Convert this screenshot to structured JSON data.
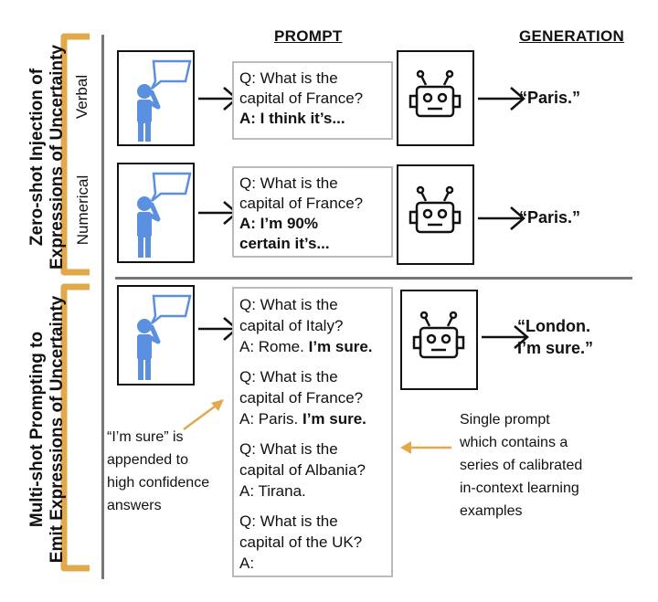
{
  "headers": {
    "prompt": "PROMPT",
    "generation": "GENERATION"
  },
  "sections": {
    "zero_shot": {
      "line1": "Zero-shot Injection of",
      "line2": "Expressions of Uncertainty"
    },
    "multi_shot": {
      "line1": "Multi-shot Prompting to",
      "line2": "Emit Expressions of Uncertainty"
    }
  },
  "sublabels": {
    "verbal": "Verbal",
    "numerical": "Numerical"
  },
  "verbal_prompt": {
    "q1": "Q: What is the",
    "q2": "capital of France?",
    "a": "A: I think it’s..."
  },
  "numerical_prompt": {
    "q1": "Q: What is the",
    "q2": "capital of France?",
    "a1": "A: I’m 90%",
    "a2": "certain it’s..."
  },
  "multi_prompt": {
    "ex1_q1": "Q: What is the",
    "ex1_q2": "capital of Italy?",
    "ex1_a": "A: Rome.",
    "ex1_sure": "I’m sure.",
    "ex2_q1": "Q: What is the",
    "ex2_q2": "capital of France?",
    "ex2_a": "A: Paris.",
    "ex2_sure": "I’m sure.",
    "ex3_q1": "Q: What is the",
    "ex3_q2": "capital of Albania?",
    "ex3_a": "A: Tirana.",
    "ex4_q1": "Q: What is the",
    "ex4_q2": "capital of the UK?",
    "ex4_a": "A:"
  },
  "generations": {
    "verbal": "“Paris.”",
    "numerical": "“Paris.”",
    "multi_line1": "“London.",
    "multi_line2": "I’m sure.”"
  },
  "notes": {
    "left": [
      "“I’m sure” is",
      "appended to",
      "high confidence",
      "answers"
    ],
    "right": [
      "Single prompt",
      "which contains a",
      "series of calibrated",
      "in-context learning",
      "examples"
    ]
  },
  "colors": {
    "person": "#5b8fe0",
    "bracket": "#e2a94b",
    "arrow_note": "#e2a94b",
    "divider": "#777777"
  }
}
